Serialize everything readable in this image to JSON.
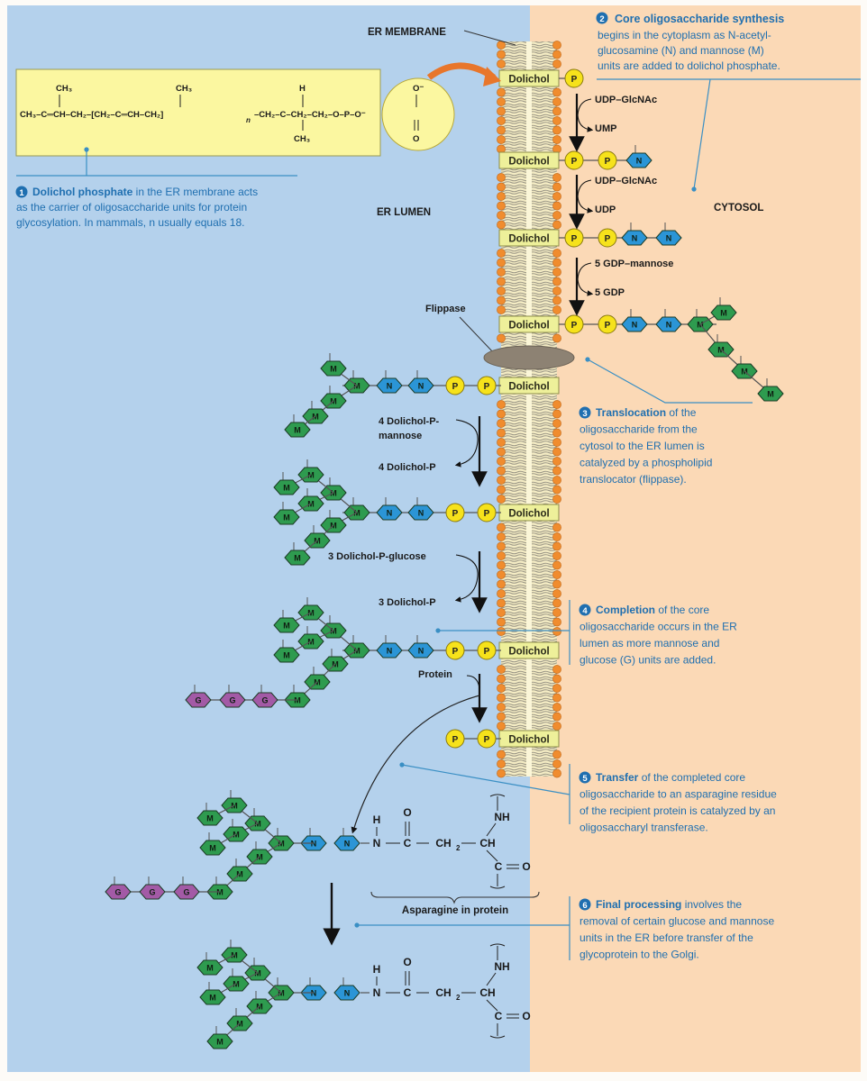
{
  "colors": {
    "lumen_bg": "#b4d1ec",
    "cytosol_bg": "#fbd9b6",
    "caption_text": "#1f6fb0",
    "callout_line": "#3a8fc4",
    "mannose": "#2e9b4f",
    "glcnac": "#2b95d6",
    "glucose": "#a35aa6",
    "phosphate": "#f6e21b",
    "dolichol_box": "#eef09a",
    "lipid_head": "#f08c2e",
    "flippase": "#8d8273",
    "dolichol_formula_box": "#fbf7a0",
    "arrow_orange": "#e8762b"
  },
  "regions": {
    "membrane_label": "ER MEMBRANE",
    "lumen_label": "ER LUMEN",
    "cytosol_label": "CYTOSOL",
    "flippase_label": "Flippase"
  },
  "dolichol_formula": {
    "segments": [
      "CH3",
      "C",
      "CH",
      "CH2",
      "CH2",
      "C",
      "CH",
      "CH2",
      "CH2",
      "C",
      "CH2",
      "CH2",
      "O",
      "P",
      "O-"
    ],
    "top_groups": [
      "CH3",
      "CH3",
      "H",
      "O-"
    ],
    "bottom_groups": [
      "CH3",
      "O"
    ],
    "repeat_subscript": "n",
    "text": "CH3–C=CH–CH2–[CH2–C=CH–CH2]n–CH2–C–CH2–CH2–O–P–O⁻"
  },
  "dolichol_label": "Dolichol",
  "phosphate_label": "P",
  "mannose_label": "M",
  "glcnac_label": "N",
  "glucose_label": "G",
  "reactions": [
    {
      "in": "UDP–GlcNAc",
      "out": "UMP"
    },
    {
      "in": "UDP–GlcNAc",
      "out": "UDP"
    },
    {
      "in": "5 GDP–mannose",
      "out": "5 GDP"
    },
    {
      "in": "4 Dolichol-P-mannose",
      "in_lines": [
        "4 Dolichol-P-",
        "mannose"
      ],
      "out": "4 Dolichol-P"
    },
    {
      "in": "3 Dolichol-P-glucose",
      "out": "3 Dolichol-P"
    },
    {
      "in": "Protein",
      "out": ""
    }
  ],
  "asparagine": {
    "label": "Asparagine in protein",
    "atoms": {
      "h": "H",
      "n": "N",
      "c": "C",
      "o": "O",
      "ch2": "CH2",
      "ch": "CH",
      "nh": "NH",
      "co": "C=O"
    }
  },
  "steps": [
    {
      "number": "1",
      "title": "Dolichol phosphate",
      "lines": [
        "in the ER membrane acts",
        "as the carrier of oligosaccharide units for protein",
        "glycosylation.  In mammals, n usually equals 18."
      ]
    },
    {
      "number": "2",
      "title": "Core oligosaccharide synthesis",
      "lines": [
        "begins in the cytoplasm as N-acetyl-",
        "glucosamine (N) and mannose (M)",
        "units are added to dolichol phosphate."
      ]
    },
    {
      "number": "3",
      "title": "Translocation",
      "lines": [
        "of the",
        "oligosaccharide from the",
        "cytosol to the ER lumen is",
        "catalyzed by a phospholipid",
        "translocator (flippase)."
      ]
    },
    {
      "number": "4",
      "title": "Completion",
      "lines": [
        "of the core",
        "oligosaccharide occurs in the ER",
        "lumen as more mannose and",
        "glucose (G) units are added."
      ]
    },
    {
      "number": "5",
      "title": "Transfer",
      "lines": [
        "of the completed core",
        "oligosaccharide to an asparagine residue",
        "of the recipient protein is catalyzed by an",
        "oligosaccharyl transferase."
      ]
    },
    {
      "number": "6",
      "title": "Final processing",
      "lines": [
        "involves the",
        "removal of certain glucose and mannose",
        "units in the ER before transfer of the",
        "glycoprotein to the Golgi."
      ]
    }
  ]
}
